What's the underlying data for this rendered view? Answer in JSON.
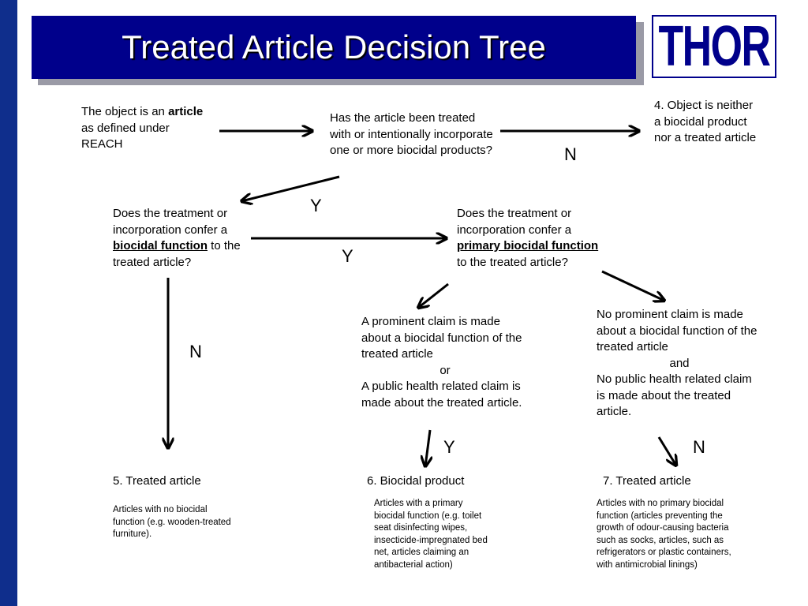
{
  "title": "Treated Article Decision Tree",
  "logo": "THOR",
  "nodes": {
    "object_article": {
      "pre": "The object is an ",
      "bold": "article",
      "post": " as defined under REACH"
    },
    "has_treated": "Has the article been treated with or intentionally incorporate one or more biocidal products?",
    "outcome_4": "4. Object is neither a biocidal product nor a treated article",
    "biocidal_function_q": {
      "pre": "Does the treatment or incorporation confer a ",
      "bold": "biocidal function",
      "post": " to the treated article?"
    },
    "primary_function_q": {
      "pre": "Does the treatment or incorporation confer a ",
      "bold": "primary biocidal function",
      "post": " to the treated article?"
    },
    "prominent_claim": {
      "line1": "A prominent claim is made about a biocidal function of the treated article",
      "or": "or",
      "line2": "A public health related claim is made about the treated article."
    },
    "no_prominent_claim": {
      "line1": "No prominent claim is made about a biocidal function of the treated article",
      "and": "and",
      "line2": "No public health related claim is made about the treated article."
    }
  },
  "outcomes": {
    "o5": {
      "label": "5. Treated article",
      "desc": "Articles with no biocidal function (e.g. wooden-treated furniture)."
    },
    "o6": {
      "label": "6. Biocidal product",
      "desc": "Articles with a primary biocidal function (e.g. toilet seat disinfecting wipes, insecticide-impregnated bed net, articles claiming an antibacterial action)"
    },
    "o7": {
      "label": "7. Treated article",
      "desc": "Articles with no primary biocidal function (articles preventing the growth of odour-causing bacteria such as socks, articles, such as refrigerators or plastic containers, with antimicrobial linings)"
    }
  },
  "answers": {
    "n_top": "N",
    "y_top": "Y",
    "y_mid": "Y",
    "n_left": "N",
    "y_bottom": "Y",
    "n_bottom": "N"
  },
  "colors": {
    "title_bg": "#00008b",
    "left_bar": "#0f2e8c",
    "title_shadow": "#9a9aa6",
    "logo": "#00008b"
  }
}
